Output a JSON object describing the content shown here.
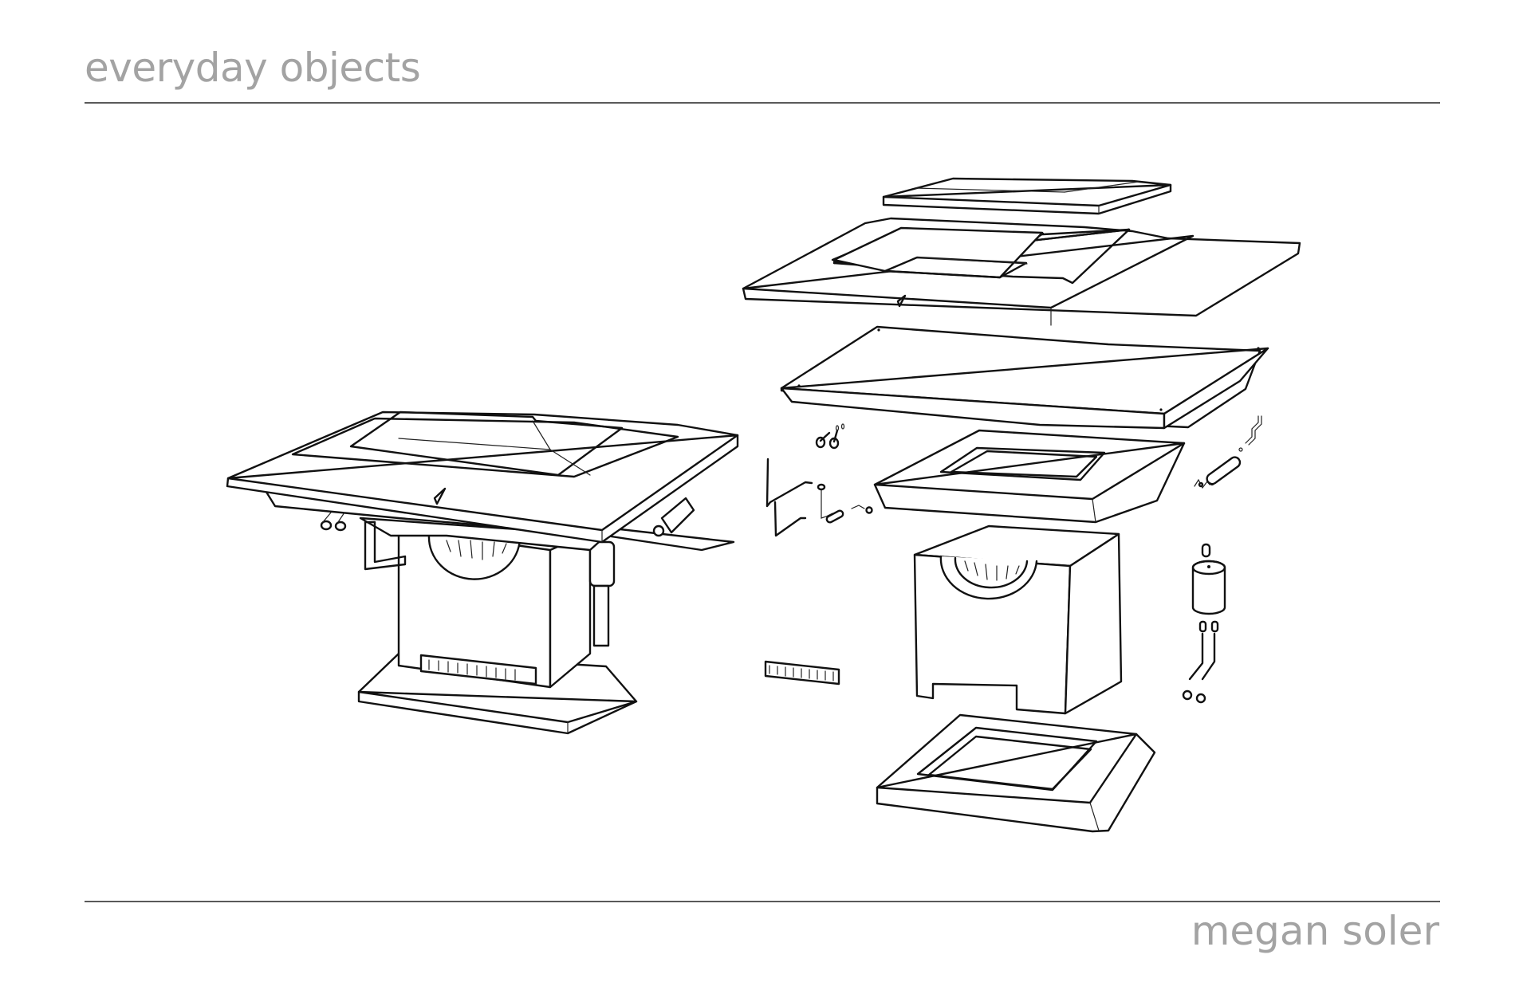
{
  "page": {
    "title": "everyday objects",
    "author": "megan soler"
  },
  "illustration": {
    "assembled_view": "fire-pit-table-assembled",
    "exploded_view": "fire-pit-table-exploded",
    "parts": [
      "top-lid",
      "tabletop-frame",
      "tabletop-panel",
      "burner-cover",
      "cabinet-body",
      "base-plinth",
      "vent-grille",
      "gas-cylinder",
      "hoses",
      "knobs",
      "rods-and-pins"
    ]
  },
  "colors": {
    "heading": "#a3a3a3",
    "rule": "#5a5a5a",
    "line": "#111111"
  }
}
